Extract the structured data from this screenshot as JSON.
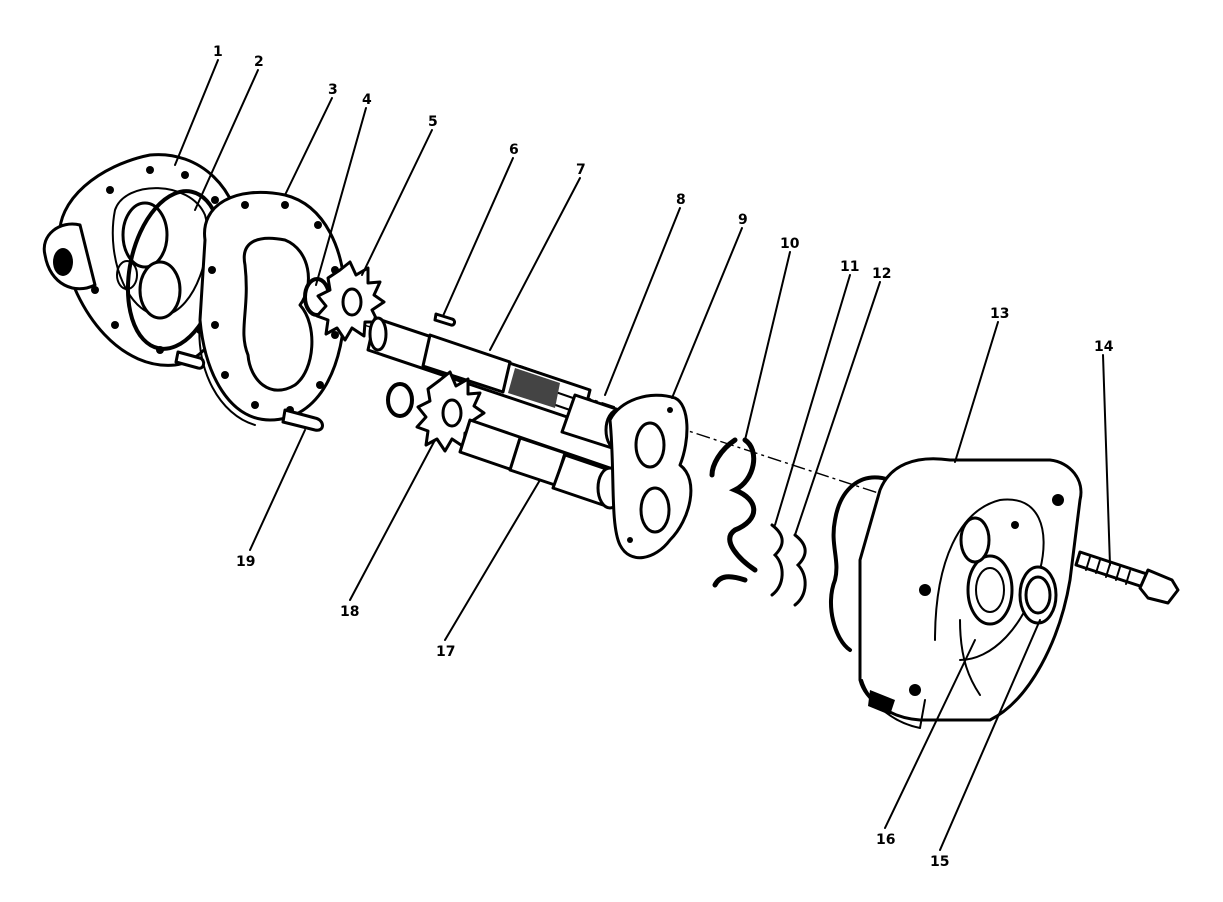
{
  "callouts": [
    "1",
    "2",
    "3",
    "4",
    "5",
    "6",
    "7",
    "8",
    "9",
    "10",
    "11",
    "12",
    "13",
    "14",
    "15",
    "16",
    "17",
    "18",
    "19"
  ],
  "colors": {
    "ink": "#000000",
    "paper": "#ffffff"
  }
}
